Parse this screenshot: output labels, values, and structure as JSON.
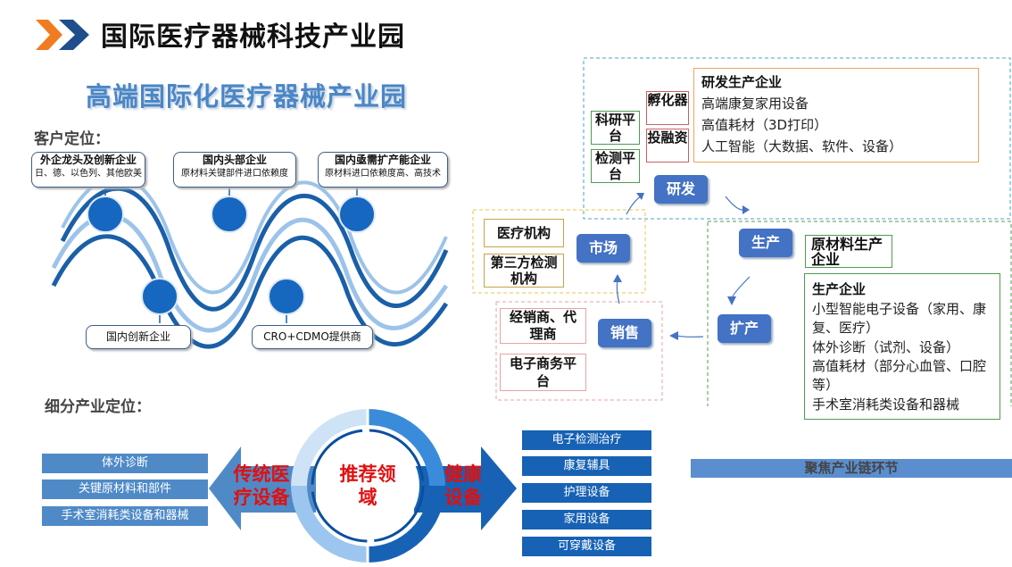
{
  "header": {
    "title": "国际医疗器械科技产业园"
  },
  "left": {
    "subtitle": "高端国际化医疗器械产业园",
    "customer_label": "客户定位：",
    "segment_label": "细分产业定位：",
    "callouts": [
      {
        "title": "外企龙头及创新企业",
        "desc": "日、德、以色列、其他欧美"
      },
      {
        "title": "国内头部企业",
        "desc": "原材料关键部件进口依赖度"
      },
      {
        "title": "国内亟需扩产能企业",
        "desc": "原材料进口依赖度高、高技术"
      },
      {
        "title": "国内创新企业"
      },
      {
        "title": "CRO+CDMO提供商"
      }
    ],
    "traditional_items": [
      "体外诊断",
      "关键原材料和部件",
      "手术室消耗类设备和器械"
    ],
    "ring_left": "传统医疗设备",
    "ring_center": "推荐领域",
    "ring_right": "健康设备",
    "health_items": [
      "电子检测治疗",
      "康复辅具",
      "护理设备",
      "家用设备",
      "可穿戴设备"
    ]
  },
  "chain": {
    "rd_button": "研发",
    "market_button": "市场",
    "production_button": "生产",
    "expand_button": "扩产",
    "sales_button": "销售",
    "rd_platforms": [
      "科研平台",
      "检测平台"
    ],
    "rd_support": [
      "孵化器",
      "投融资"
    ],
    "rd_box": {
      "title": "研发生产企业",
      "items": [
        "高端康复家用设备",
        "高值耗材（3D打印）",
        "人工智能（大数据、软件、设备）"
      ]
    },
    "market_items": [
      "医疗机构",
      "第三方检测机构"
    ],
    "sales_items": [
      "经销商、代理商",
      "电子商务平台"
    ],
    "raw_material": "原材料生产企业",
    "production_box": {
      "title": "生产企业",
      "items": [
        "小型智能电子设备（家用、康复、医疗）",
        "体外诊断（试剂、设备）",
        "高值耗材（部分心血管、口腔等）",
        "手术室消耗类设备和器械"
      ]
    },
    "focus_label": "聚焦产业链环节"
  }
}
